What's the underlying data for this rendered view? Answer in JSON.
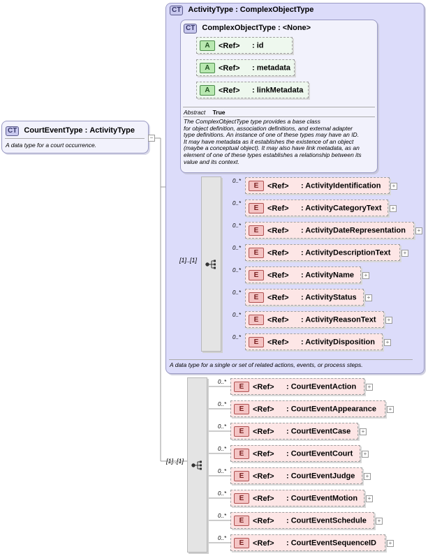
{
  "court_event_type": {
    "tag": "CT",
    "ref": "CourtEventType",
    "base": "ActivityType",
    "description": "A data type for a court occurrence."
  },
  "activity_type": {
    "tag": "CT",
    "ref": "ActivityType",
    "base": "ComplexObjectType",
    "description": "A data type for a single or set of related actions, events, or process steps.",
    "sequence_multiplicity": "[1]..[1]",
    "elements": [
      {
        "tag": "E",
        "ref": "<Ref>",
        "name": ": ActivityIdentification",
        "card": "0..*"
      },
      {
        "tag": "E",
        "ref": "<Ref>",
        "name": ": ActivityCategoryText",
        "card": "0..*"
      },
      {
        "tag": "E",
        "ref": "<Ref>",
        "name": ": ActivityDateRepresentation",
        "card": "0..*"
      },
      {
        "tag": "E",
        "ref": "<Ref>",
        "name": ": ActivityDescriptionText",
        "card": "0..*"
      },
      {
        "tag": "E",
        "ref": "<Ref>",
        "name": ": ActivityName",
        "card": "0..*"
      },
      {
        "tag": "E",
        "ref": "<Ref>",
        "name": ": ActivityStatus",
        "card": "0..*"
      },
      {
        "tag": "E",
        "ref": "<Ref>",
        "name": ": ActivityReasonText",
        "card": "0..*"
      },
      {
        "tag": "E",
        "ref": "<Ref>",
        "name": ": ActivityDisposition",
        "card": "0..*"
      }
    ]
  },
  "complex_object_type": {
    "tag": "CT",
    "ref": "ComplexObjectType",
    "base": "<None>",
    "attributes": [
      {
        "tag": "A",
        "ref": "<Ref>",
        "name": ": id"
      },
      {
        "tag": "A",
        "ref": "<Ref>",
        "name": ": metadata"
      },
      {
        "tag": "A",
        "ref": "<Ref>",
        "name": ": linkMetadata"
      }
    ],
    "abstract_label": "Abstract",
    "abstract_value": "True",
    "description_lines": [
      "The ComplexObjectType type provides a base class",
      "for object definition, association definitions, and external adapter",
      "type definitions. An instance of one of these types may have an ID.",
      "It may have metadata as it establishes the existence of an object",
      "(maybe a conceptual object). It may also have link metadata, as an",
      "element of one of these types establishes a relationship between its",
      "value and its context."
    ]
  },
  "court_sequence": {
    "multiplicity": "[1]..[1]",
    "elements": [
      {
        "tag": "E",
        "ref": "<Ref>",
        "name": ": CourtEventAction",
        "card": "0..*"
      },
      {
        "tag": "E",
        "ref": "<Ref>",
        "name": ": CourtEventAppearance",
        "card": "0..*"
      },
      {
        "tag": "E",
        "ref": "<Ref>",
        "name": ": CourtEventCase",
        "card": "0..*"
      },
      {
        "tag": "E",
        "ref": "<Ref>",
        "name": ": CourtEventCourt",
        "card": "0..*"
      },
      {
        "tag": "E",
        "ref": "<Ref>",
        "name": ": CourtEventJudge",
        "card": "0..*"
      },
      {
        "tag": "E",
        "ref": "<Ref>",
        "name": ": CourtEventMotion",
        "card": "0..*"
      },
      {
        "tag": "E",
        "ref": "<Ref>",
        "name": ": CourtEventSchedule",
        "card": "0..*"
      },
      {
        "tag": "E",
        "ref": "<Ref>",
        "name": ": CourtEventSequenceID",
        "card": "0..*"
      }
    ]
  },
  "ui": {
    "colon": ":",
    "collapse_glyph": "−",
    "expand_glyph": "+"
  }
}
